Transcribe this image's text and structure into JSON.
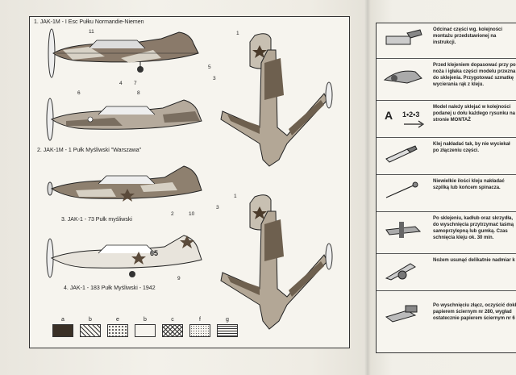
{
  "left": {
    "captions": {
      "c1": "1. JAK-1M - I Esc Pułku Normandie-Niemen",
      "c2": "2. JAK-1M - 1 Pułk Myśliwski \"Warszawa\"",
      "c3": "3. JAK-1 - 73 Pułk myśliwski",
      "c4": "4. JAK-1 - 183 Pułk Myśliwski - 1942"
    },
    "callouts": {
      "a1_11": "11",
      "a1_4": "4",
      "a1_7": "7",
      "a1_5": "5",
      "a1_3": "3",
      "a2_6": "6",
      "a2_8": "8",
      "a3_2": "2",
      "a3_10": "10",
      "a3_3": "3",
      "a4_9": "9",
      "a4_code": "65",
      "top1_1": "1",
      "top2_1": "1"
    },
    "legend": [
      {
        "letter": "a",
        "pattern": "dark"
      },
      {
        "letter": "b",
        "pattern": "hatch"
      },
      {
        "letter": "e",
        "pattern": "dots"
      },
      {
        "letter": "b",
        "pattern": "blank"
      },
      {
        "letter": "c",
        "pattern": "cross"
      },
      {
        "letter": "f",
        "pattern": "fine"
      },
      {
        "letter": "g",
        "pattern": "lines"
      }
    ]
  },
  "right": {
    "steps": [
      {
        "text": "Odcinać części wg. kolejności montażu przedstawionej na instrukcji.",
        "icon": "cutting-part-icon"
      },
      {
        "text": "Przed klejeniem dopasować przy po noża i igłaka części modelu przezna do sklejenia. Przygotować szmatkę wycierania rąk z kleju.",
        "icon": "fitting-parts-icon"
      },
      {
        "text": "Model należy sklejać w kolejności podanej u dołu każdego rysunku na stronie MONTAŻ",
        "icon": "assembly-order-icon",
        "a": "A",
        "seq": "1•2•3"
      },
      {
        "text": "Klej nakładać tak, by nie wyciekał po złączeniu części.",
        "icon": "glue-tube-icon"
      },
      {
        "text": "Niewielkie ilości kleju nakładać szpilką lub końcem spinacza.",
        "icon": "pin-glue-icon"
      },
      {
        "text": "Po sklejeniu, kadłub oraz skrzydła, do wyschnięcia przytrzymać taśmą samoprzylepną lub gumką. Czas schnięcia kleju ok. 30 min.",
        "icon": "taped-model-icon"
      },
      {
        "text": "Nożem usunąć delikatnie nadmiar k",
        "icon": "knife-trim-icon"
      },
      {
        "text": "Po wyschnięciu złącz, oczyścić dokł papierem ściernym nr 280, wygład ostatecznie papierem ściernym nr 6",
        "icon": "sanding-icon"
      }
    ]
  }
}
